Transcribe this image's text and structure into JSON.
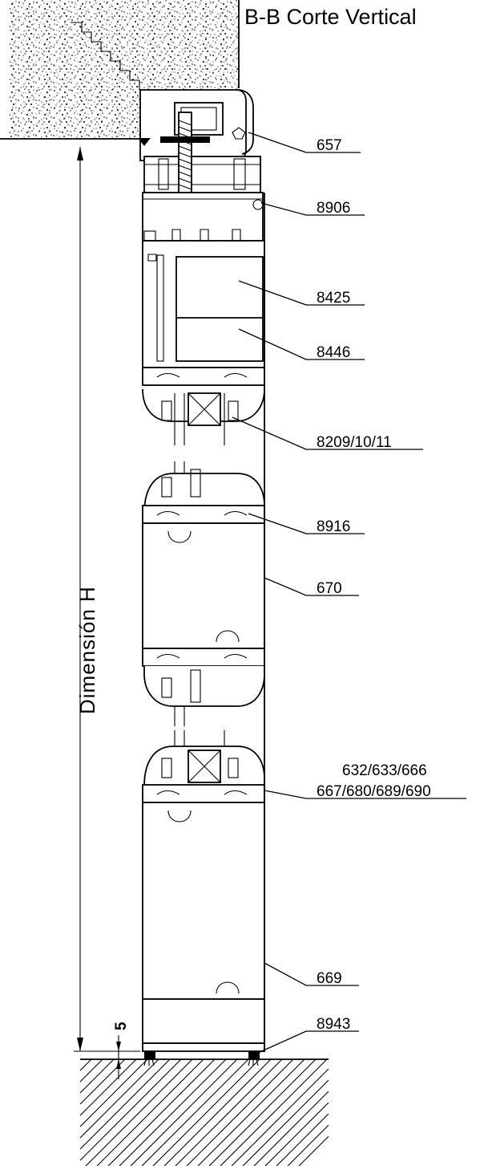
{
  "title": "B-B Corte Vertical",
  "dimension_label": "Dimensión  H",
  "gap_label": "5",
  "colors": {
    "ink": "#000000",
    "paper": "#ffffff"
  },
  "callouts": [
    {
      "id": "657",
      "text": "657"
    },
    {
      "id": "8906",
      "text": "8906"
    },
    {
      "id": "8425",
      "text": "8425"
    },
    {
      "id": "8446",
      "text": "8446"
    },
    {
      "id": "8209",
      "text": "8209/10/11"
    },
    {
      "id": "8916",
      "text": "8916"
    },
    {
      "id": "670",
      "text": "670"
    },
    {
      "id": "632",
      "text": "632/633/666"
    },
    {
      "id": "667",
      "text": "667/680/689/690"
    },
    {
      "id": "669",
      "text": "669"
    },
    {
      "id": "8943",
      "text": "8943"
    }
  ]
}
